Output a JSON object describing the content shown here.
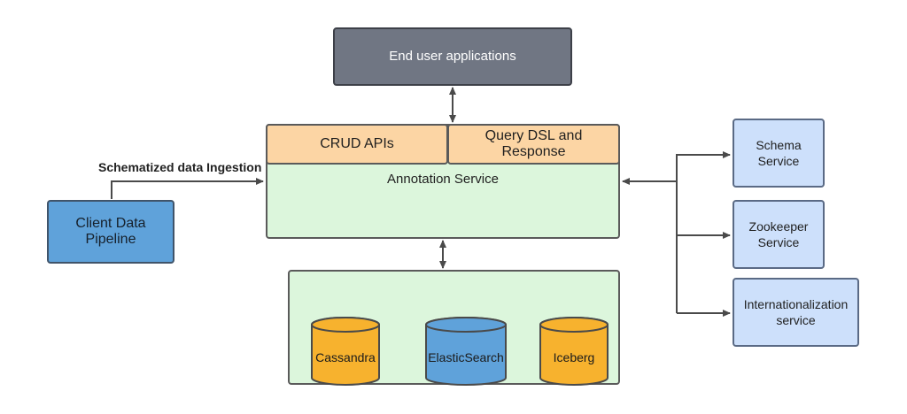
{
  "nodes": {
    "end_user": "End user applications",
    "crud": "CRUD APIs",
    "query": "Query DSL and Response",
    "annotation": "Annotation Service",
    "client": "Client Data Pipeline",
    "schema": "Schema Service",
    "zookeeper": "Zookeeper Service",
    "i18n": "Internationalization service"
  },
  "edge_labels": {
    "ingestion": "Schematized data Ingestion"
  },
  "stores": {
    "cassandra": "Cassandra",
    "elastic": "ElasticSearch",
    "iceberg": "Iceberg"
  },
  "colors": {
    "end_user_fill": "#707683",
    "api_fill": "#fcd5a4",
    "service_fill": "#dcf6dc",
    "client_fill": "#5fa2da",
    "external_fill": "#cde0fb",
    "cassandra_fill": "#f7b22e",
    "elastic_fill": "#5fa2da",
    "iceberg_fill": "#f7b22e"
  }
}
